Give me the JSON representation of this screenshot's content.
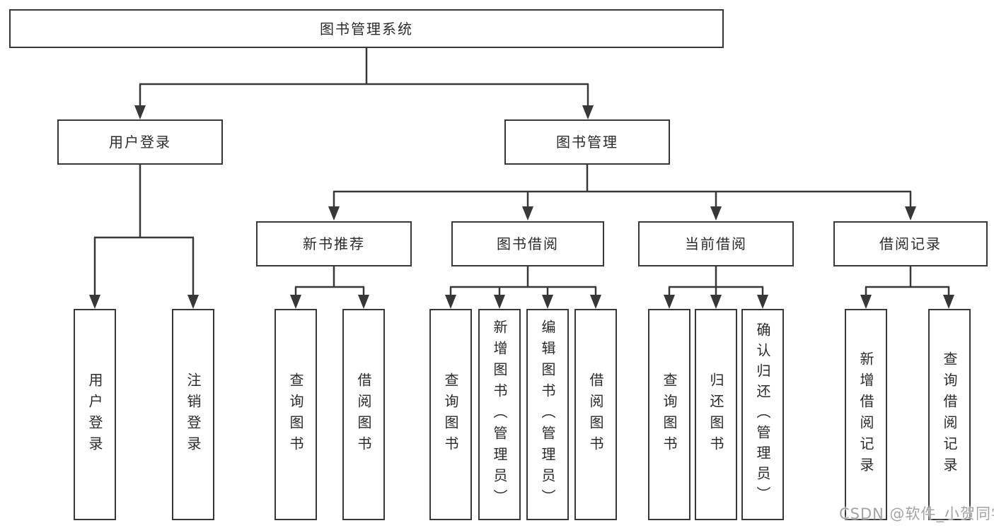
{
  "tree": {
    "root": {
      "label": "图书管理系统"
    },
    "branches": [
      {
        "label": "用户登录",
        "children": [
          {
            "label": "用户登录"
          },
          {
            "label": "注销登录"
          }
        ]
      },
      {
        "label": "图书管理",
        "children": [
          {
            "label": "新书推荐",
            "children": [
              {
                "label": "查询图书"
              },
              {
                "label": "借阅图书"
              }
            ]
          },
          {
            "label": "图书借阅",
            "children": [
              {
                "label": "查询图书"
              },
              {
                "label": "新增图书（管理员）"
              },
              {
                "label": "编辑图书（管理员）"
              },
              {
                "label": "借阅图书"
              }
            ]
          },
          {
            "label": "当前借阅",
            "children": [
              {
                "label": "查询图书"
              },
              {
                "label": "归还图书"
              },
              {
                "label": "确认归还（管理员）"
              }
            ]
          },
          {
            "label": "借阅记录",
            "children": [
              {
                "label": "新增借阅记录"
              },
              {
                "label": "查询借阅记录"
              }
            ]
          }
        ]
      }
    ]
  },
  "watermark": {
    "text": "CSDN @软件_小贺同学"
  },
  "colors": {
    "line": "#383838",
    "text": "#2b2b2b",
    "watermark": "#a3a3a3",
    "background": "#ffffff"
  }
}
